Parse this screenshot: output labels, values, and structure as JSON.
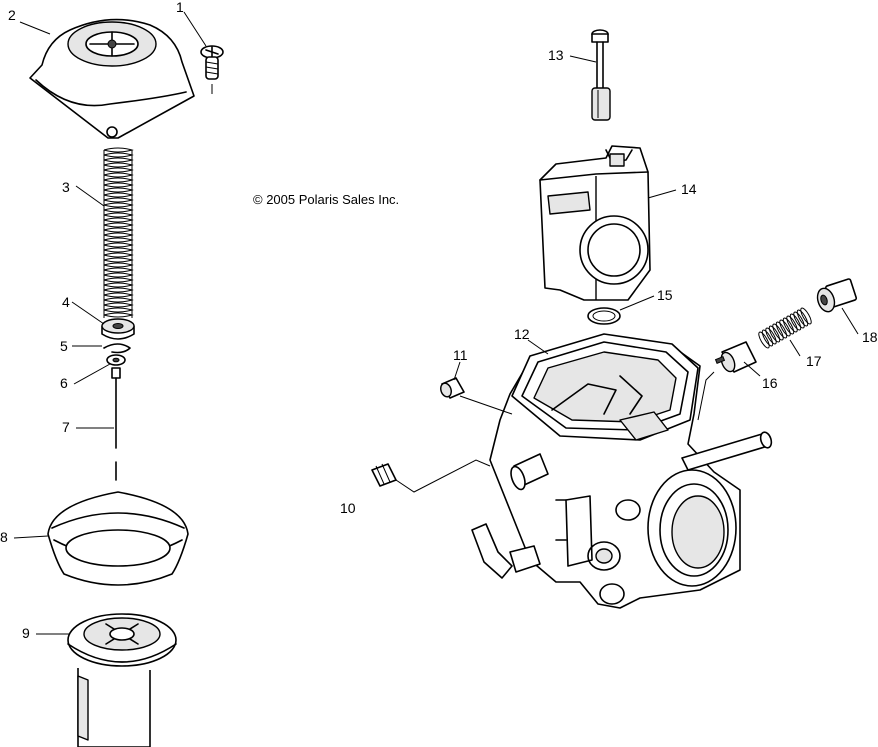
{
  "copyright": "© 2005 Polaris Sales Inc.",
  "callouts": [
    "1",
    "2",
    "3",
    "4",
    "5",
    "6",
    "7",
    "8",
    "9",
    "10",
    "11",
    "12",
    "13",
    "14",
    "15",
    "16",
    "17",
    "18"
  ]
}
